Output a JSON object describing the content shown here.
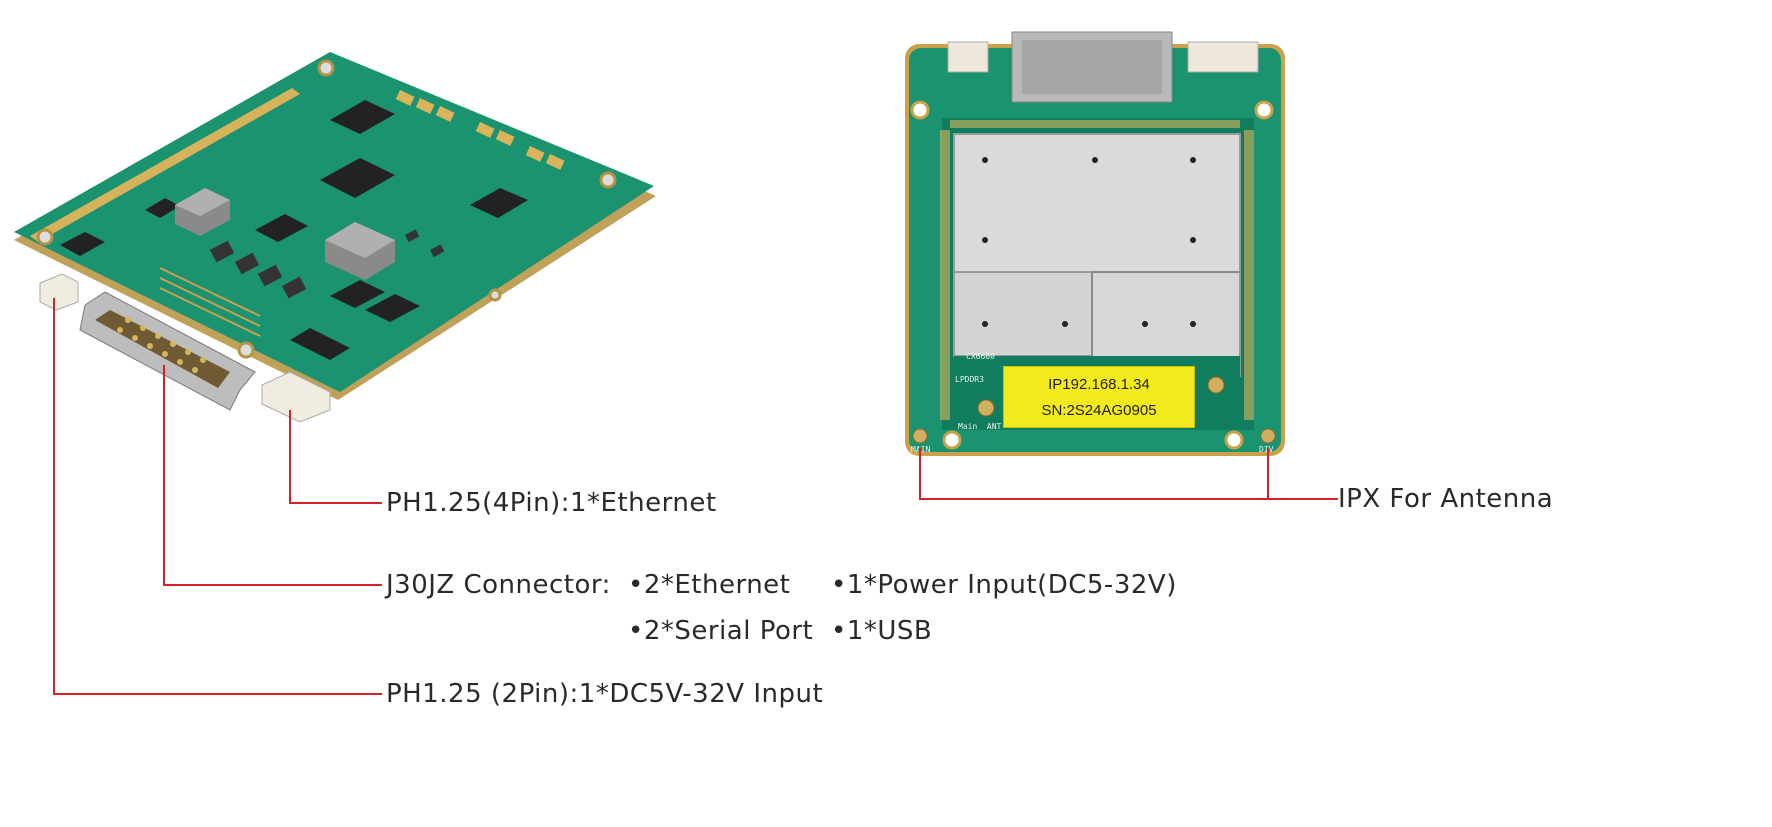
{
  "colors": {
    "pcb_green": "#1a8f6a",
    "pcb_green_dark": "#0f6e51",
    "gold": "#c9a24a",
    "shield": "#d9d9d9",
    "label_yellow": "#f2ea1c",
    "leader_red": "#d6202a",
    "text": "#2a2a2a"
  },
  "sticker": {
    "ip": "IP192.168.1.34",
    "sn": "SN:2S24AG0905"
  },
  "silk": {
    "main": "MAIN",
    "div": "DIV",
    "main_ant": "Main  ANT",
    "chip1": "CX6600",
    "chip2": "LPDDR3"
  },
  "callouts": {
    "ethernet_4pin": "PH1.25(4Pin):1*Ethernet",
    "j30jz": "J30JZ Connector:",
    "j30jz_eth": "•2*Ethernet",
    "j30jz_power": "•1*Power Input(DC5-32V)",
    "j30jz_serial": "•2*Serial Port",
    "j30jz_usb": "•1*USB",
    "power_2pin": "PH1.25 (2Pin):1*DC5V-32V Input",
    "ipx": "IPX For Antenna"
  }
}
